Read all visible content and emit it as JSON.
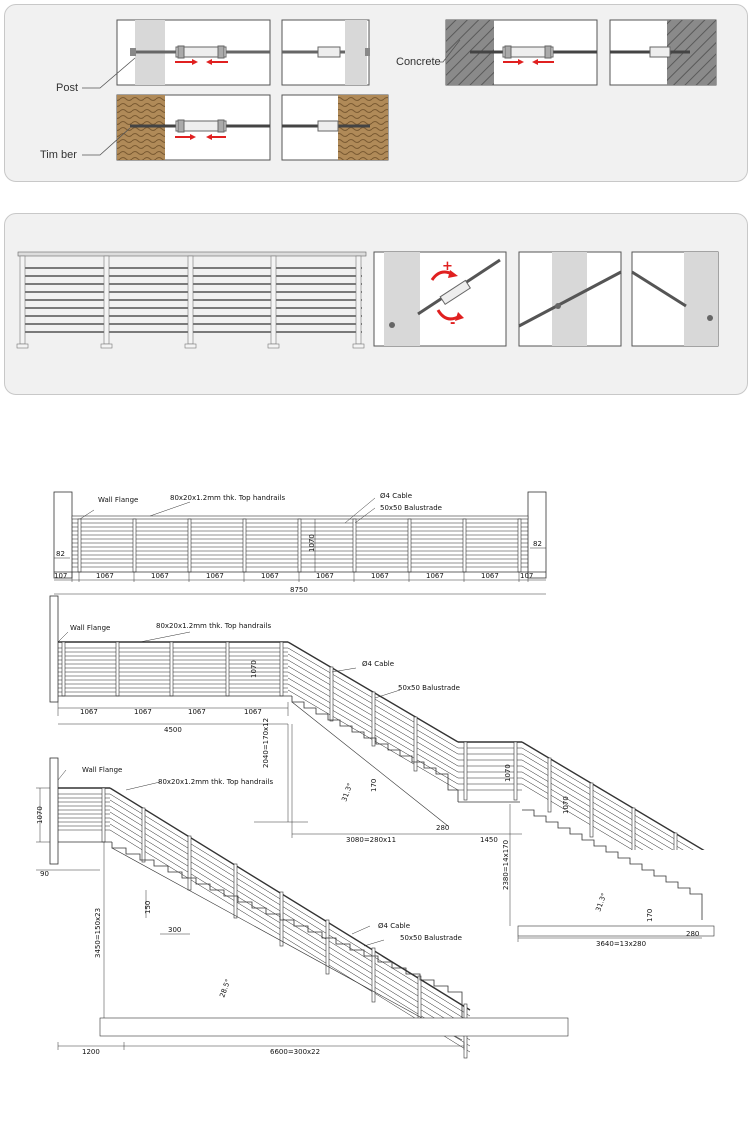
{
  "panel1": {
    "labels": {
      "post": "Post",
      "timber": "Tim ber",
      "concrete": "Concrete"
    }
  },
  "panel2": {
    "tension": {
      "plus": "+",
      "minus": "-"
    }
  },
  "drawing1": {
    "wall_flange": "Wall Flange",
    "handrail": "80x20x1.2mm thk. Top handrails",
    "cable": "Ø4 Cable",
    "balustrade": "50x50 Balustrade",
    "height": "1070",
    "end_left": "82",
    "end_right": "82",
    "seg_left": "107",
    "seg_right": "107",
    "spans": [
      "1067",
      "1067",
      "1067",
      "1067",
      "1067",
      "1067",
      "1067",
      "1067"
    ],
    "total": "8750"
  },
  "drawing2": {
    "wall_flange": "Wall Flange",
    "handrail": "80x20x1.2mm thk. Top handrails",
    "cable": "Ø4 Cable",
    "balustrade": "50x50 Balustrade",
    "height": "1070",
    "spans": [
      "1067",
      "1067",
      "1067",
      "1067"
    ],
    "total": "4500",
    "rise1": "2040=170x12",
    "angle1": "31.3°",
    "step_h1": "170",
    "step_w1": "280",
    "run1": "3080=280x11",
    "landing": "1450",
    "height2": "1070",
    "height3": "1070",
    "rise2": "2380=14x170",
    "angle2": "31.3°",
    "step_h2": "170",
    "step_w2": "280",
    "run2": "3640=13x280"
  },
  "drawing3": {
    "wall_flange": "Wall Flange",
    "handrail": "80x20x1.2mm thk. Top handrails",
    "cable": "Ø4 Cable",
    "balustrade": "50x50 Balustrade",
    "height": "1070",
    "flange": "90",
    "step_h": "150",
    "step_w": "300",
    "rise": "3450=150x23",
    "angle": "28.5°",
    "landing": "1200",
    "run": "6600=300x22"
  }
}
